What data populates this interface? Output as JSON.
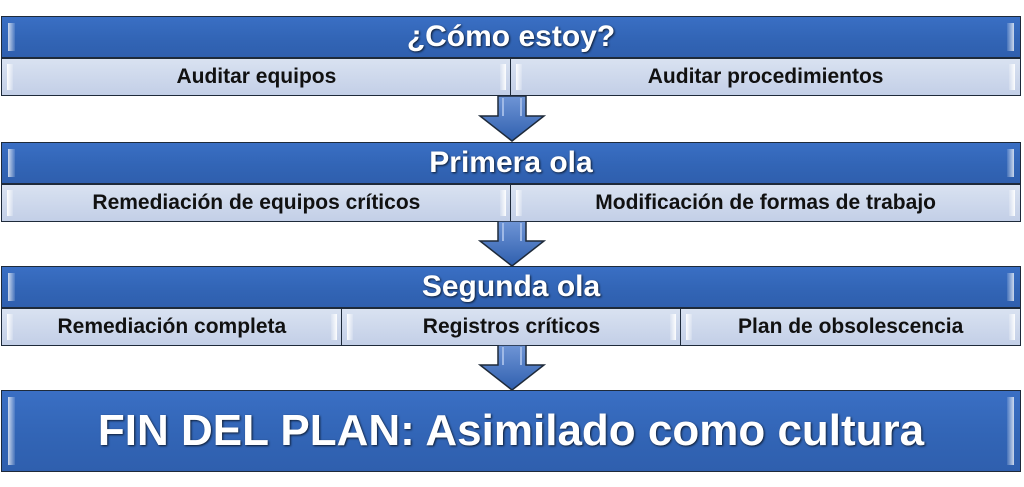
{
  "stages": [
    {
      "title": "¿Cómo estoy?",
      "items": [
        "Auditar equipos",
        "Auditar procedimientos"
      ]
    },
    {
      "title": "Primera ola",
      "items": [
        "Remediación de equipos críticos",
        "Modificación de formas de trabajo"
      ]
    },
    {
      "title": "Segunda ola",
      "items": [
        "Remediación completa",
        "Registros críticos",
        "Plan de obsolescencia"
      ]
    }
  ],
  "final": {
    "title": "FIN DEL PLAN: Asimilado como cultura"
  },
  "colors": {
    "band_blue": "#3265b6",
    "cell_light": "#c9d4ea",
    "border": "#1e2a3a"
  }
}
